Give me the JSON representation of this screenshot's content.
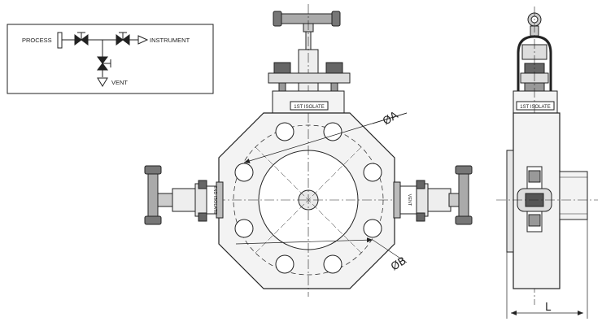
{
  "schematic": {
    "process_label": "PROCESS",
    "instrument_label": "INSTRUMENT",
    "vent_label": "VENT"
  },
  "front_view": {
    "top_tag": "1ST ISOLATE",
    "left_tag": "2ND ISOLATE",
    "right_tag": "VENT",
    "dim_a": "ØA",
    "dim_b": "ØB"
  },
  "side_view": {
    "top_tag": "1ST ISOLATE",
    "dim_l": "L"
  },
  "colors": {
    "line": "#222222",
    "fill_body": "#f3f3f3",
    "fill_dark": "#555555",
    "fill_mid": "#9a9a9a",
    "fill_light": "#d8d8d8"
  }
}
